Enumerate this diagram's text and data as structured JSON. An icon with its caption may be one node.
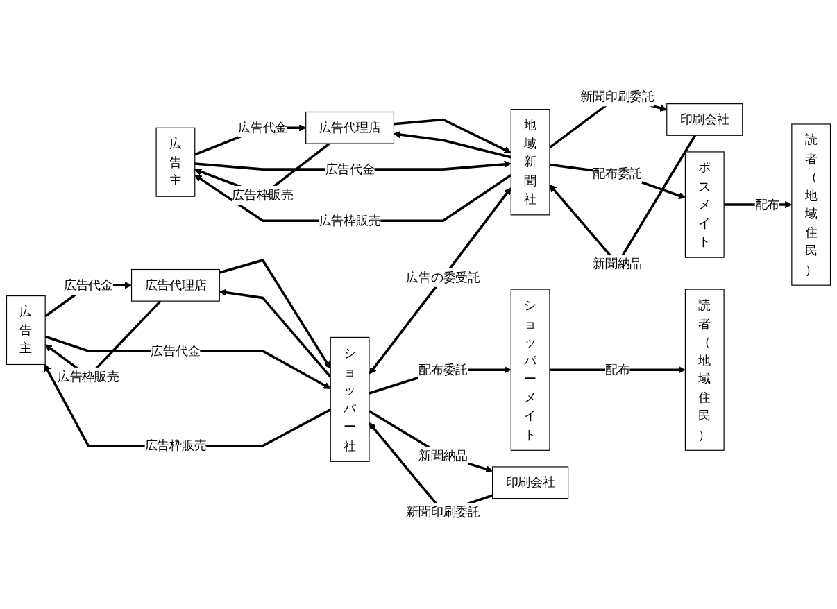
{
  "diagram": {
    "nodes": [
      {
        "text": [
          "印刷会社"
        ]
      },
      {
        "text": [
          "広告主"
        ]
      },
      {
        "text": [
          "地域新聞社"
        ]
      },
      {
        "text": [
          "ポスメイト"
        ]
      },
      {
        "text": [
          "読者（地域住民）"
        ]
      },
      {
        "text": [
          "広告代理店"
        ]
      },
      {
        "text": [
          "広告主"
        ]
      },
      {
        "text": [
          "ショッパー社"
        ]
      },
      {
        "text": [
          "ショッパーメイト"
        ]
      },
      {
        "text": [
          "読者（地域住民）"
        ]
      },
      {
        "text": [
          "広告代理店"
        ]
      },
      {
        "text": [
          "印刷会社"
        ]
      }
    ],
    "edges": [
      {
        "from": 0,
        "to": 2,
        "arrow": "to",
        "label": "新聞納品"
      },
      {
        "from": 2,
        "to": 0,
        "arrow": "to",
        "label": "新聞印刷委託"
      },
      {
        "from": 2,
        "to": 1,
        "arrow": "to",
        "label": "広告枠販売"
      },
      {
        "from": 1,
        "to": 5,
        "arrow": "to",
        "label": "広告代金"
      },
      {
        "from": 1,
        "to": 2,
        "arrow": "to",
        "label": "広告代金"
      },
      {
        "from": 5,
        "to": 1,
        "arrow": "to",
        "label": "広告枠販売"
      },
      {
        "from": 2,
        "to": 5,
        "arrow": "to"
      },
      {
        "from": 5,
        "to": 2,
        "arrow": "to"
      },
      {
        "from": 2,
        "to": 3,
        "arrow": "to",
        "label": "配布委託"
      },
      {
        "from": 3,
        "to": 4,
        "arrow": "to",
        "label": "配布"
      },
      {
        "from": 7,
        "to": 2,
        "arrow": "both",
        "label": "広告の委受託"
      },
      {
        "from": 7,
        "to": 6,
        "arrow": "to",
        "label": "広告枠販売"
      },
      {
        "from": 6,
        "to": 10,
        "arrow": "to",
        "label": "広告代金"
      },
      {
        "from": 6,
        "to": 7,
        "arrow": "to",
        "label": "広告代金"
      },
      {
        "from": 10,
        "to": 6,
        "arrow": "to",
        "label": "広告枠販売"
      },
      {
        "from": 7,
        "to": 10,
        "arrow": "to"
      },
      {
        "from": 10,
        "to": 7,
        "arrow": "to"
      },
      {
        "from": 7,
        "to": 8,
        "arrow": "to",
        "label": "配布委託"
      },
      {
        "from": 8,
        "to": 9,
        "arrow": "to",
        "label": "配布"
      },
      {
        "from": 7,
        "to": 11,
        "arrow": "to",
        "label": "新聞納品"
      },
      {
        "from": 11,
        "to": 7,
        "arrow": "to",
        "label": "新聞印刷委託"
      }
    ]
  }
}
